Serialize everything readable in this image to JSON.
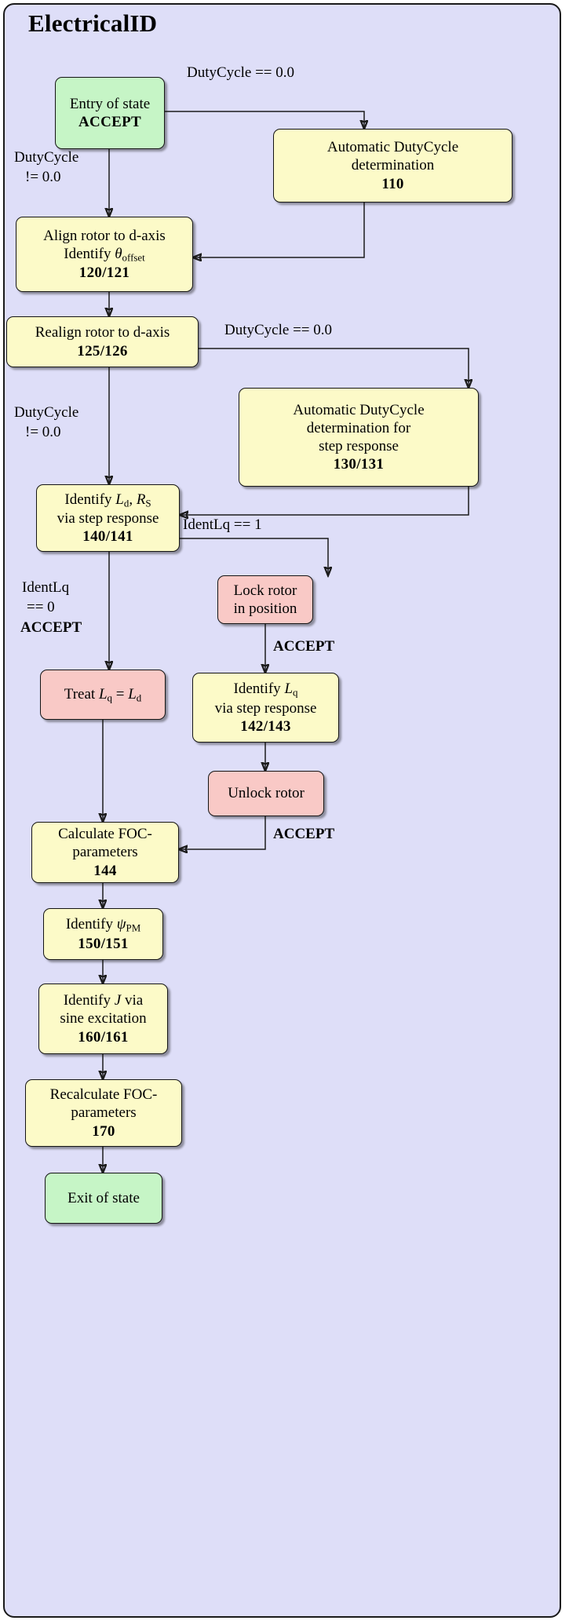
{
  "diagram": {
    "title": "ElectricalID",
    "type": "flowchart",
    "colors": {
      "background": "#dedef8",
      "entry_exit_node": "#c6f5c6",
      "process_node": "#fcfac8",
      "action_node": "#f9c9c6",
      "border": "#141414"
    }
  },
  "nodes": [
    {
      "id": "entry",
      "name": "entry-of-state",
      "kind": "green",
      "lines": [
        "Entry of state"
      ],
      "code": "ACCEPT",
      "code_style": "bold"
    },
    {
      "id": "auto110",
      "name": "automatic-dutycycle-determination",
      "kind": "yellow",
      "lines": [
        "Automatic DutyCycle",
        "determination"
      ],
      "code": "110"
    },
    {
      "id": "align120",
      "name": "align-rotor-d-axis",
      "kind": "yellow",
      "lines": [
        "Align rotor to d-axis",
        "Identify θoffset"
      ],
      "code": "120/121"
    },
    {
      "id": "realign125",
      "name": "realign-rotor-d-axis",
      "kind": "yellow",
      "lines": [
        "Realign rotor to d-axis"
      ],
      "code": "125/126"
    },
    {
      "id": "auto130",
      "name": "automatic-dutycycle-step-response",
      "kind": "yellow",
      "lines": [
        "Automatic DutyCycle",
        "determination for",
        "step response"
      ],
      "code": "130/131"
    },
    {
      "id": "ident140",
      "name": "identify-ld-rs-step-response",
      "kind": "yellow",
      "lines": [
        "Identify Ld, RS",
        "via step response"
      ],
      "code": "140/141"
    },
    {
      "id": "lock",
      "name": "lock-rotor-in-position",
      "kind": "red",
      "lines": [
        "Lock rotor",
        "in position"
      ],
      "code": ""
    },
    {
      "id": "treat",
      "name": "treat-lq-equals-ld",
      "kind": "red",
      "lines": [
        "Treat Lq = Ld"
      ],
      "code": ""
    },
    {
      "id": "ident142",
      "name": "identify-lq-step-response",
      "kind": "yellow",
      "lines": [
        "Identify Lq",
        "via step response"
      ],
      "code": "142/143"
    },
    {
      "id": "unlock",
      "name": "unlock-rotor",
      "kind": "red",
      "lines": [
        "Unlock rotor"
      ],
      "code": ""
    },
    {
      "id": "calc144",
      "name": "calculate-foc-parameters",
      "kind": "yellow",
      "lines": [
        "Calculate FOC-",
        "parameters"
      ],
      "code": "144"
    },
    {
      "id": "psi150",
      "name": "identify-psi-pm",
      "kind": "yellow",
      "lines": [
        "Identify ψPM"
      ],
      "code": "150/151"
    },
    {
      "id": "j160",
      "name": "identify-j-sine-excitation",
      "kind": "yellow",
      "lines": [
        "Identify J via",
        "sine excitation"
      ],
      "code": "160/161"
    },
    {
      "id": "recalc170",
      "name": "recalculate-foc-parameters",
      "kind": "yellow",
      "lines": [
        "Recalculate FOC-",
        "parameters"
      ],
      "code": "170"
    },
    {
      "id": "exit",
      "name": "exit-of-state",
      "kind": "green",
      "lines": [
        "Exit of state"
      ],
      "code": ""
    }
  ],
  "edge_labels": {
    "dc_eq_top": "DutyCycle == 0.0",
    "dc_neq_top_l1": "DutyCycle",
    "dc_neq_top_l2": "!= 0.0",
    "dc_eq_mid": "DutyCycle == 0.0",
    "dc_neq_mid_l1": "DutyCycle",
    "dc_neq_mid_l2": "!= 0.0",
    "identlq_eq_1": "IdentLq == 1",
    "identlq_eq_0_l1": "IdentLq",
    "identlq_eq_0_l2": "== 0",
    "identlq_eq_0_l3": "ACCEPT",
    "accept_after_lock": "ACCEPT",
    "accept_after_unlock": "ACCEPT"
  },
  "node_text": {
    "entry": {
      "l1": "Entry of state",
      "code": "ACCEPT"
    },
    "auto110": {
      "l1": "Automatic DutyCycle",
      "l2": "determination",
      "code": "110"
    },
    "align120": {
      "l1": "Align rotor to d-axis",
      "l2_pre": "Identify ",
      "l2_sym": "θ",
      "l2_sub": "offset",
      "code": "120/121"
    },
    "realign125": {
      "l1": "Realign rotor to d-axis",
      "code": "125/126"
    },
    "auto130": {
      "l1": "Automatic DutyCycle",
      "l2": "determination for",
      "l3": "step response",
      "code": "130/131"
    },
    "ident140": {
      "l1_pre": "Identify ",
      "l1_a": "L",
      "l1_asub": "d",
      "l1_mid": ", ",
      "l1_b": "R",
      "l1_bsub": "S",
      "l2": "via step response",
      "code": "140/141"
    },
    "lock": {
      "l1": "Lock rotor",
      "l2": "in position"
    },
    "treat": {
      "l1_pre": "Treat ",
      "l1_a": "L",
      "l1_asub": "q",
      "l1_eq": " = ",
      "l1_b": "L",
      "l1_bsub": "d"
    },
    "ident142": {
      "l1_pre": "Identify ",
      "l1_a": "L",
      "l1_asub": "q",
      "l2": "via step response",
      "code": "142/143"
    },
    "unlock": {
      "l1": "Unlock rotor"
    },
    "calc144": {
      "l1": "Calculate FOC-",
      "l2": "parameters",
      "code": "144"
    },
    "psi150": {
      "l1_pre": "Identify ",
      "l1_sym": "ψ",
      "l1_sub": "PM",
      "code": "150/151"
    },
    "j160": {
      "l1_pre": "Identify ",
      "l1_sym": "J",
      "l1_post": " via",
      "l2": "sine excitation",
      "code": "160/161"
    },
    "recalc170": {
      "l1": "Recalculate FOC-",
      "l2": "parameters",
      "code": "170"
    },
    "exit": {
      "l1": "Exit of state"
    }
  }
}
